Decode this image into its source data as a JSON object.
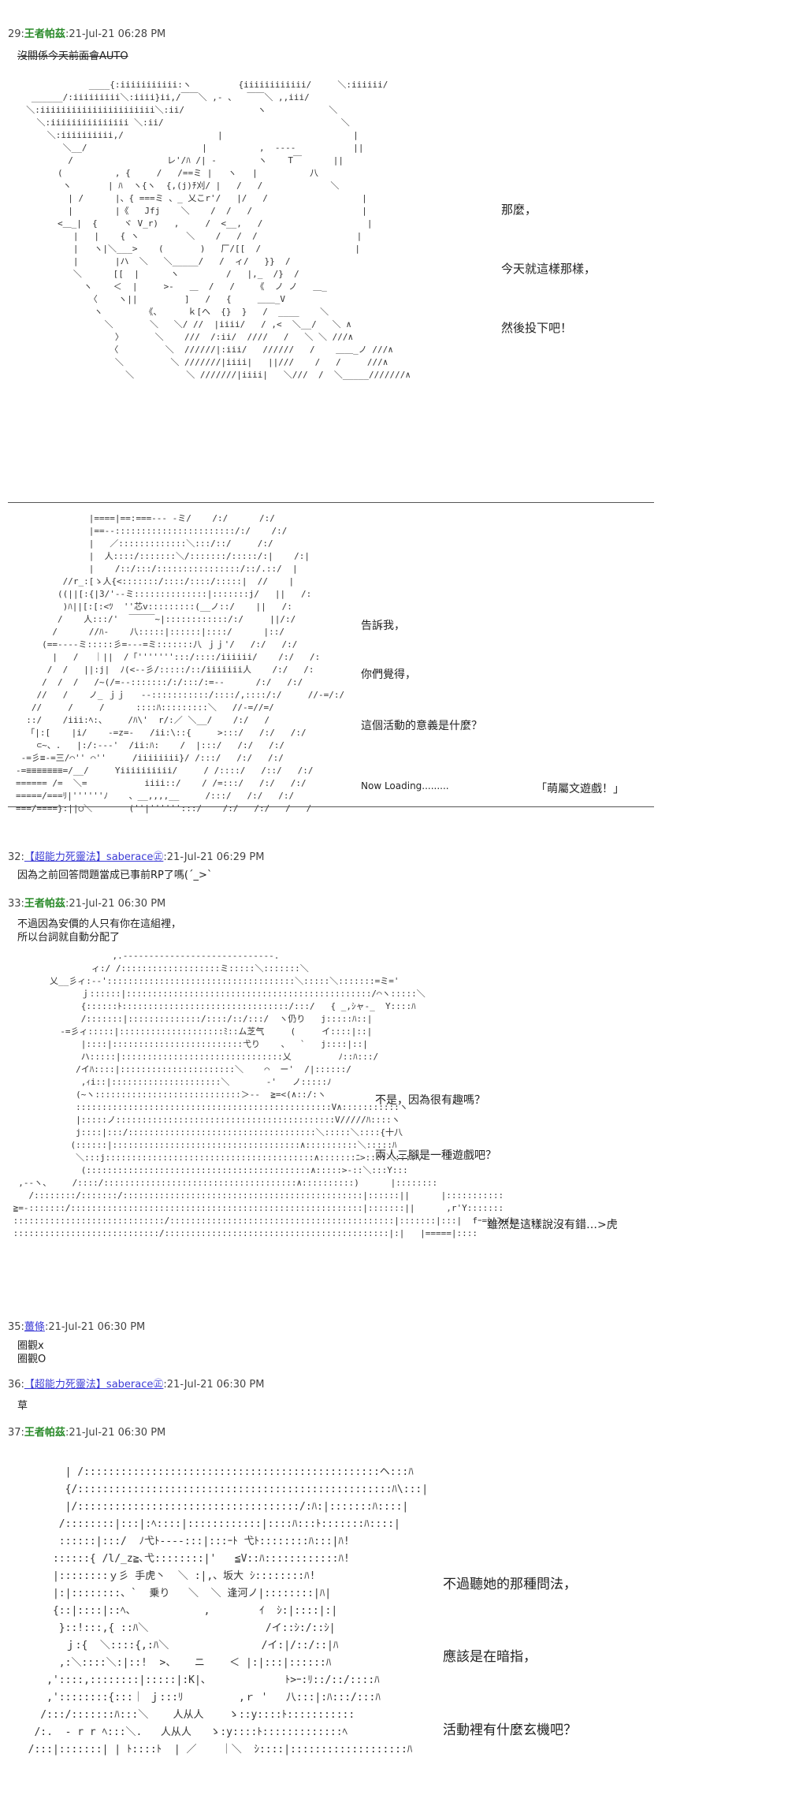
{
  "posts": {
    "p29": {
      "num": "29:",
      "name": "王者帕茲",
      "date": ":21-Jul-21 06:28 PM",
      "line1": "沒關係今天前面會AUTO",
      "panel1": [
        "那麼，",
        "今天就這樣那樣，",
        "然後投下吧！"
      ],
      "panel2": [
        "告訴我，",
        "你們覺得，",
        "這個活動的意義是什麼？",
        "Now Loading.........",
        "「萌屬文遊戲！」"
      ]
    },
    "p32": {
      "num": "32:",
      "name": "【超能力死靈法】saberace",
      "name_suffix": "㊣",
      "date": ":21-Jul-21 06:29 PM",
      "text": "因為之前回答問題當成已事前RP了嗎(´_>`"
    },
    "p33": {
      "num": "33:",
      "name": "王者帕茲",
      "date": ":21-Jul-21 06:30 PM",
      "line1": "不過因為安價的人只有你在這組裡，",
      "line2": "所以台詞就自動分配了",
      "panel": [
        "不是，因為很有趣嗎？",
        "兩人三腳是一種遊戲吧？",
        "雖然是這樣說沒有錯…>虎"
      ]
    },
    "p35": {
      "num": "35:",
      "name": "薑條",
      "date": ":21-Jul-21 06:30 PM",
      "line1": "圈觀x",
      "line2": "圈觀O"
    },
    "p36": {
      "num": "36:",
      "name": "【超能力死靈法】saberace",
      "name_suffix": "㊣",
      "date": ":21-Jul-21 06:30 PM",
      "text": "草"
    },
    "p37": {
      "num": "37:",
      "name": "王者帕茲",
      "date": ":21-Jul-21 06:30 PM",
      "panel": [
        "不過聽她的那種問法，",
        "應該是在暗指，",
        "活動裡有什麼玄機吧？"
      ]
    }
  },
  "art": {
    "a1": [
      "              ____{:iiiiiiiiiii:ヽ         {iiiiiiiiiiii/     ＼:iiiiii/",
      "   ______/:iiiiiiiii＼:iiii}ii,/￣￣＼ ,- 、  ￣￣＼ ,,iii/",
      "  ＼:iiiiiiiiiiiiiiiiiiiiii＼:ii/              ヽ            ＼",
      "    ＼:iiiiiiiiiiiiiii ＼:ii/                                  ＼",
      "      ＼:iiiiiiiiii,/                  |                         |",
      "         ＼__/                      |          ,  -‐‐-           ||",
      "          /                  レ'/ﾊ /| ‐        ヽ    T￣      ||",
      "        (          , {     /   /==ミ |   ヽ   |          八",
      "         ヽ       | ﾊ  ヽ{ヽ  {,(j)ﾁ刈/ |   /   /             ＼",
      "          | /      |、{ ===ミ 、_ 乂こr'/   |/   /                  |",
      "          |        |《   Jfj    ＼    /  /   /                     |",
      "        <＿_|  {     ヾ V_r)   ,     /  <__,   /                    |",
      "           |   |    { ヽ         ＼    /   /  /                   |",
      "           |   ヽ|＼___>    (       )   厂/[[  /                  |",
      "           |       |ハ  ＼   ＼_____/   /  ィ/   }}  /",
      "           ＼      [[  |      ヽ         /   |,_  /}  /",
      "             ヽ    ＜  |     >-   ＿  /   /    《  ノ ノ   ＿_",
      "              〈    ヽ||         ]   /   {     ＿＿_V",
      "               ヽ        《、     ｋ[へ  {}  }   /  ____    ＼",
      "                 ＼       ＼   ＼/ //  |iiii/   / ,<  ＼__/   ＼ ∧",
      "                   〉      ＼    ///  /:ii/  ////   /   ＼ ＼ ///∧",
      "                  〈         ＼  //////|:iii/   //////   /    ＿＿_ノ ///∧",
      "                   ＼         ＼ ///////|iiii|   ||///    /   /     ///∧",
      "                     ＼          ＼ ///////|iiii|   ＼///  /  ＼_____///////∧"
    ],
    "a2": [
      "              |====|==:===‐-- -ミ/    /:/      /:/",
      "              |==‐-:::::::::::::::::::::::/:/    /:/",
      "              |   ／:::::::::::::＼:::/::/     /:/",
      "              |  人::::/:::::::＼/:::::::/:::::/:|    /:|",
      "              |    /::/:::/::::::::::::::::/::/.::/  |",
      "         //r_:[ゝ人{<:::::::/::::/::::/:::::|  //    |",
      "        ((||[:{|3/'‐-ミ::::::::::::::|:::::::j/   ||   /:",
      "         )ﾊ||[:[:<ﾂ  ''芯v:::::::::(__ノ::/    ||   /:",
      "        /    人:::/'  ￣￣￣~|::::::::::::/:/     ||/:/",
      "       /      //ﾊ‐    八:::::|::::::|::::/      |::/",
      "     (==----ミ:::::彡=--‐=ミ:::::::八 ｊｊ'/   /:/   /:/",
      "       |   /   ｜||  /「''''''':::/::::/iiiiii/    /:/   /:",
      "      /  /   ||:j|  ﾉ(<--彡/:::::/::/iiiiiii人    /:/   /:",
      "     /  /  /   /~(/=-‐:::::::/:/:::/:=‐-      /:/   /:/",
      "    //   /    ノ_ ｊｊ   ‐-:::::::::::/::::/,::::/:/     //-=/:/",
      "   //     /     /      ::::ﾊ:::::::::＼   //-=//=/",
      "  ::/    /iii:ﾍ:、    /ﾊ\\'  r/:／ ＼__/    /:/   /",
      "  「|:[    |i/    ‐=z=-   /ii:\\::{     >:::/   /:/   /:/",
      "    ⊂~、.   |:/:--‐'  /ii:ﾊ:    /  |:::/   /:/   /:/",
      " -=彡≡-=三/⌒'' ⌒''     /iiiiiiii}/ /:::/   /:/   /:/",
      "-=≡≡≡≡≡≡≡=/__/     Yiiiiiiiiii/     / /::::/   /::/   /:/",
      "====== /=  ＼=           iiii::/    / /=:::/   /:/   /:/",
      "=====/===ﾘ|''''''ﾉ    、__,,,,__     /:::/   /:/   /:/",
      "===/====}:||○＼       (''|'''''':::/    /:/   /:/   /   /"
    ],
    "a3": [
      "                    ,.-‐‐‐‐‐‐‐‐‐‐‐‐‐‐‐‐‐‐‐‐‐‐‐‐‐‐‐‐.",
      "                ィ:/ /:::::::::::::::::::ミ:::::＼:::::::＼",
      "        乂__彡ィ:-‐'::::::::::::::::::::::::::::::::::::＼:::::＼:::::::=ミ='",
      "              ｊ::::::|:::::::::::::::::::::::::::::::::::::::::::::::/⌒ヽ:::::＼",
      "              {::::::ﾄ::::::::::::::::::::::::::::::::/:::/   { _,ｼャ‐_  Y::::ﾊ",
      "              /:::::::|::::::::::::::/::::/::/:::/  ヽ仍り   j:::::ﾊ::|",
      "          -=彡ィ:::::|::::::::::::::::::::ﾐ::ム芝气     (     イ::::|::|",
      "              |::::|:::::::::::::::::::::::::弋り    、  `   j::::|::|",
      "              ハ:::::|:::::::::::::::::::::::::::::::乂         ﾉ::ﾊ:::/",
      "             /イﾊ::::|::::::::::::::::::::::＼    ⌒  ー'  /|::::::/",
      "              ,ｨi::|:::::::::::::::::::::＼       ‐'   ノ:::::ﾉ",
      "             (~ヽ::::::::::::::::::::::::::::＞‐-  ≧=<(∧::/:ヽ",
      "             :::::::::::::::::::::::::::::::::::::::::::::::::V∧:::::::::::ヽ",
      "             |:::::ノ::::::::::::::::::::::::::::::::::::::::::V/////ﾊ::::ヽ",
      "             j::::|:::/::::::::::::::::::::::::::::::::::::＼:::::＼::::{十八",
      "            (::::::|::::::::::::::::::::::::::::::::::::∧::::::::::＼:::::ﾊ",
      "             ＼:::j::::::::::::::::::::::::::::::::::::::::∧:::::::ﾆ>::::＼::::\\",
      "              (:::::::::::::::::::::::::::::::::::::::::::∧:::::>‐::＼:::Y:::",
      "  ,‐‐ヽ、    /::::/:::::::::::::::::::::::::::::::::::::∧::::::::::)      |::::::::",
      "    /::::::::/:::::::/::::::::::::::::::::::::::::::::::::::::::::::|::::::||      |:::::::::::",
      " ≧=-:::::::/::::::::::::::::::::::::::::::::::::::::::::::::::::::::|:::::::||      ,r'Y:::::::",
      " :::::::::::::::::::::::::::::/:::::::::::::::::::::::::::::::::::::::::::|:::::::|:::|  fｰ=ｼ'ﾌｨｲﾙ:::::",
      " ::::::::::::::::::::::::::::/:::::::::::::::::::::::::::::::::::::::::::|:|   |=====|::::"
    ],
    "a4": [
      "        | /::::::::::::::::::::::::::::::::::::::::::::::::ヘ:::ﾊ",
      "        {/:::::::::::::::::::::::::::::::::::::::::::::::::::ﾊ\\:::|",
      "        |/::::::::::::::::::::::::::::::::::::/:ﾊ:|:::::::ﾊ::::|",
      "       /::::::::|:::|:ﾍ::::|::::::::::::|::::ﾊ:::ﾄ:::::::ﾊ::::|",
      "       ::::::|:::/  ﾉ弋ﾄ‐-‐-:::|:::ｰﾄ 弋ﾄ::::::::ﾊ:::|ﾊ!",
      "      ::::::{ /l/_z≧､弋::::::::|'   ≦V::ﾊ::::::::::::ﾊ!",
      "      |::::::::ｙ彡 手虎丶  ＼ :|,、坂大 ｼ::::::::ﾊ!",
      "      |:|::::::::、`  乗り   ＼  ＼ 逢河ノ|::::::::|ﾊ|",
      "      {::|::::|::ﾍ、           ,        ｲ  ｼ:|::::|:|",
      "       }::!:::,{ ::ﾊ＼                   /イ::ｼ:/::ｼ|",
      "        ｊ:{  ＼::::{,:ﾊ＼               /イ:|/::/::|ﾊ",
      "       ,:＼::::＼:|::!  >、   ニ    ＜ |:|:::|::::::ﾊ",
      "     ,'::::,::::::::|:::::|:K|、            ﾄ>ｰ:ﾘ::/::/::::ﾊ",
      "     ,'::::::::{:::｜ ｊ:::ﾘ         ,ｒ '   八:::|:ﾊ:::/:::ﾊ",
      "    /:::/:::::::ﾊ:::＼    人从人    ゝ::y::::ﾄ:::::::::::",
      "   /:.  ‐ r r ﾍ:::＼.   人从人   ゝ:y::::ﾄ:::::::::::::ﾍ",
      "  /:::|:::::::| | ﾄ::::ﾄ  | ／    ｜＼  ｼ::::|:::::::::::::::::::ﾊ"
    ]
  }
}
